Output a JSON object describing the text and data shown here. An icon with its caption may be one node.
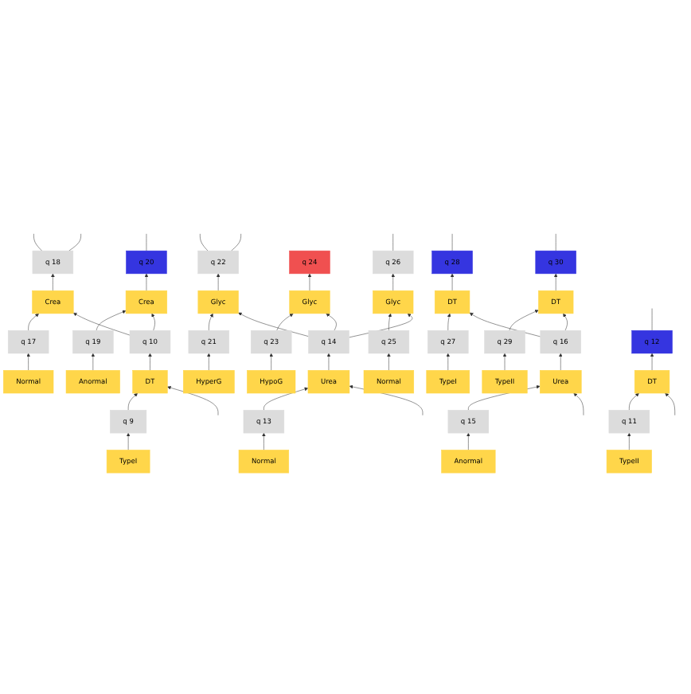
{
  "diagram": {
    "nodes": [
      {
        "text": [
          "q 18"
        ]
      },
      {
        "text": [
          "q 20"
        ]
      },
      {
        "text": [
          "q 22"
        ]
      },
      {
        "text": [
          "q 24"
        ]
      },
      {
        "text": [
          "q 26"
        ]
      },
      {
        "text": [
          "q 28"
        ]
      },
      {
        "text": [
          "q 30"
        ]
      },
      {
        "text": [
          "Crea"
        ]
      },
      {
        "text": [
          "Crea"
        ]
      },
      {
        "text": [
          "Glyc"
        ]
      },
      {
        "text": [
          "Glyc"
        ]
      },
      {
        "text": [
          "Glyc"
        ]
      },
      {
        "text": [
          "DT"
        ]
      },
      {
        "text": [
          "DT"
        ]
      },
      {
        "text": [
          "q 17"
        ]
      },
      {
        "text": [
          "q 19"
        ]
      },
      {
        "text": [
          "q 21"
        ]
      },
      {
        "text": [
          "q 23"
        ]
      },
      {
        "text": [
          "q 25"
        ]
      },
      {
        "text": [
          "q 27"
        ]
      },
      {
        "text": [
          "q 29"
        ]
      },
      {
        "text": [
          "Normal"
        ]
      },
      {
        "text": [
          "Anormal"
        ]
      },
      {
        "text": [
          "HyperG"
        ]
      },
      {
        "text": [
          "HypoG"
        ]
      },
      {
        "text": [
          "Normal"
        ]
      },
      {
        "text": [
          "TypeI"
        ]
      },
      {
        "text": [
          "TypeII"
        ]
      },
      {
        "text": [
          "q 10"
        ]
      },
      {
        "text": [
          "q 12"
        ]
      },
      {
        "text": [
          "q 14"
        ]
      },
      {
        "text": [
          "q 16"
        ]
      },
      {
        "text": [
          "DT"
        ]
      },
      {
        "text": [
          "DT"
        ]
      },
      {
        "text": [
          "Urea"
        ]
      },
      {
        "text": [
          "Urea"
        ]
      },
      {
        "text": [
          "q 9"
        ]
      },
      {
        "text": [
          "q 11"
        ]
      },
      {
        "text": [
          "q 13"
        ]
      },
      {
        "text": [
          "q 15"
        ]
      },
      {
        "text": [
          "TypeI"
        ]
      },
      {
        "text": [
          "TypeII"
        ]
      },
      {
        "text": [
          "Normal"
        ]
      },
      {
        "text": [
          "Anormal"
        ]
      }
    ],
    "edges": [
      {
        "from": 0,
        "to": null,
        "arrow": "none"
      },
      {
        "from": 0,
        "to": null,
        "arrow": "none"
      },
      {
        "from": 1,
        "to": null,
        "arrow": "none"
      },
      {
        "from": 29,
        "to": null,
        "arrow": "none"
      },
      {
        "from": 2,
        "to": null,
        "arrow": "none"
      },
      {
        "from": 2,
        "to": null,
        "arrow": "none"
      },
      {
        "from": 4,
        "to": null,
        "arrow": "none"
      },
      {
        "from": 5,
        "to": null,
        "arrow": "none"
      },
      {
        "from": 6,
        "to": null,
        "arrow": "none"
      },
      {
        "from": 7,
        "to": 0,
        "arrow": "to"
      },
      {
        "from": 8,
        "to": 1,
        "arrow": "to"
      },
      {
        "from": 9,
        "to": 2,
        "arrow": "to"
      },
      {
        "from": 10,
        "to": 3,
        "arrow": "to"
      },
      {
        "from": 11,
        "to": 4,
        "arrow": "to"
      },
      {
        "from": 12,
        "to": 5,
        "arrow": "to"
      },
      {
        "from": 13,
        "to": 6,
        "arrow": "to"
      },
      {
        "from": 14,
        "to": 7,
        "arrow": "to"
      },
      {
        "from": 15,
        "to": 8,
        "arrow": "to"
      },
      {
        "from": 16,
        "to": 9,
        "arrow": "to"
      },
      {
        "from": 17,
        "to": 10,
        "arrow": "to"
      },
      {
        "from": 18,
        "to": 11,
        "arrow": "to"
      },
      {
        "from": 19,
        "to": 12,
        "arrow": "to"
      },
      {
        "from": 20,
        "to": 13,
        "arrow": "to"
      },
      {
        "from": 21,
        "to": 14,
        "arrow": "to"
      },
      {
        "from": 22,
        "to": 15,
        "arrow": "to"
      },
      {
        "from": 23,
        "to": 16,
        "arrow": "to"
      },
      {
        "from": 24,
        "to": 17,
        "arrow": "to"
      },
      {
        "from": 25,
        "to": 18,
        "arrow": "to"
      },
      {
        "from": 26,
        "to": 19,
        "arrow": "to"
      },
      {
        "from": 27,
        "to": 20,
        "arrow": "to"
      },
      {
        "from": 28,
        "to": 7,
        "arrow": "to"
      },
      {
        "from": 28,
        "to": 8,
        "arrow": "to"
      },
      {
        "from": 30,
        "to": 9,
        "arrow": "to"
      },
      {
        "from": 30,
        "to": 10,
        "arrow": "to"
      },
      {
        "from": 30,
        "to": 11,
        "arrow": "to"
      },
      {
        "from": 31,
        "to": 12,
        "arrow": "to"
      },
      {
        "from": 31,
        "to": 13,
        "arrow": "to"
      },
      {
        "from": 32,
        "to": 28,
        "arrow": "to"
      },
      {
        "from": 33,
        "to": 29,
        "arrow": "to"
      },
      {
        "from": 34,
        "to": 30,
        "arrow": "to"
      },
      {
        "from": 35,
        "to": 31,
        "arrow": "to"
      },
      {
        "from": 36,
        "to": 32,
        "arrow": "to"
      },
      {
        "from": 37,
        "to": 33,
        "arrow": "to"
      },
      {
        "from": 38,
        "to": 34,
        "arrow": "to"
      },
      {
        "from": 39,
        "to": 35,
        "arrow": "to"
      },
      {
        "from": 40,
        "to": 36,
        "arrow": "to"
      },
      {
        "from": 41,
        "to": 37,
        "arrow": "to"
      },
      {
        "from": 42,
        "to": 38,
        "arrow": "to"
      },
      {
        "from": 43,
        "to": 39,
        "arrow": "to"
      },
      {
        "from": null,
        "to": 32,
        "arrow": "to"
      },
      {
        "from": null,
        "to": 33,
        "arrow": "to"
      },
      {
        "from": null,
        "to": 34,
        "arrow": "to"
      },
      {
        "from": null,
        "to": 35,
        "arrow": "to"
      }
    ]
  }
}
